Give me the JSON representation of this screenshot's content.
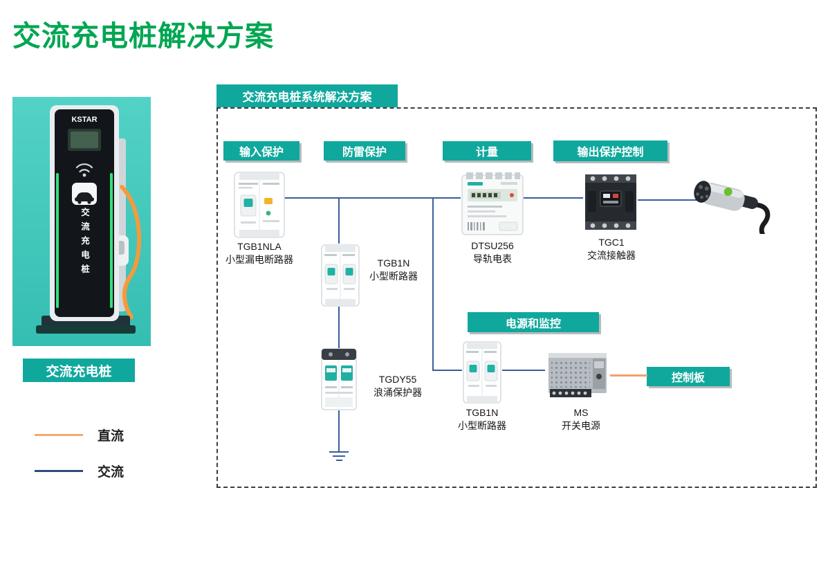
{
  "page": {
    "title": "交流充电桩解决方案"
  },
  "product": {
    "brand": "KSTAR",
    "pile_vertical_text": "交流充电桩",
    "label": "交流充电桩"
  },
  "legend": {
    "dc": {
      "label": "直流",
      "color": "#F4A96F"
    },
    "ac": {
      "label": "交流",
      "color": "#2F4B7C"
    }
  },
  "diagram": {
    "title": "交流充电桩系统解决方案",
    "badges": {
      "input_protection": "输入保护",
      "lightning_protection": "防雷保护",
      "metering": "计量",
      "output_protection_control": "输出保护控制",
      "power_and_monitoring": "电源和监控",
      "control_board": "控制板"
    },
    "components": {
      "leakage_breaker": {
        "name": "TGB1NLA",
        "desc": "小型漏电断路器"
      },
      "breaker_top": {
        "name": "TGB1N",
        "desc": "小型断路器"
      },
      "surge_protector": {
        "name": "TGDY55",
        "desc": "浪涌保护器"
      },
      "energy_meter": {
        "name": "DTSU256",
        "desc": "导轨电表"
      },
      "contactor": {
        "name": "TGC1",
        "desc": "交流接触器"
      },
      "breaker_bottom": {
        "name": "TGB1N",
        "desc": "小型断路器"
      },
      "power_supply": {
        "name": "MS",
        "desc": "开关电源"
      }
    },
    "colors": {
      "accent_teal": "#10A89D",
      "title_green": "#00A651",
      "ac_line": "#3A5C9E",
      "dc_line": "#F2A06A"
    }
  }
}
